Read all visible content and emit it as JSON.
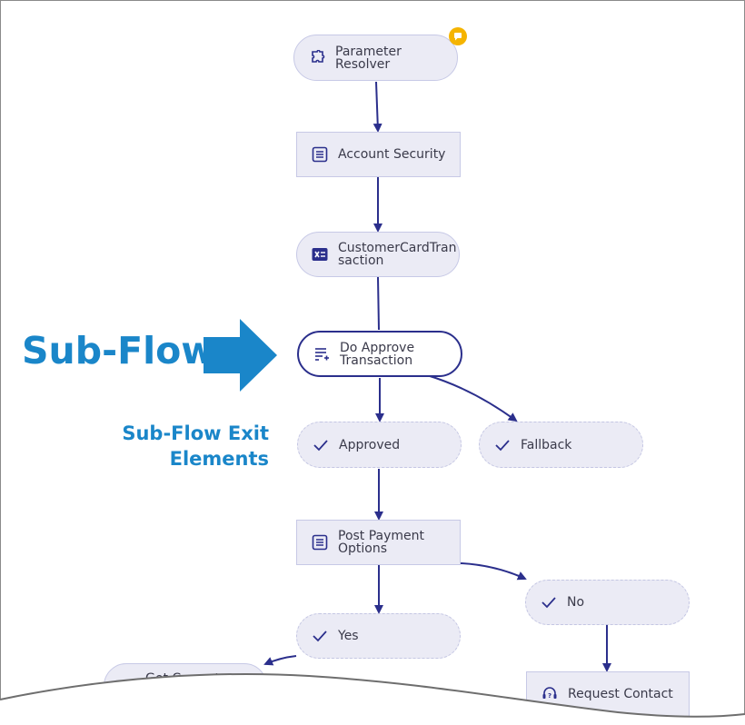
{
  "diagram": {
    "nodes": {
      "parameter_resolver": {
        "label": "Parameter Resolver",
        "icon": "puzzle-icon"
      },
      "account_security": {
        "label": "Account Security",
        "icon": "list-icon"
      },
      "customer_card_transaction": {
        "label": "CustomerCardTran\nsaction",
        "icon": "card-icon"
      },
      "do_approve_transaction": {
        "label": "Do Approve\nTransaction",
        "icon": "list-add-icon"
      },
      "approved": {
        "label": "Approved",
        "icon": "check-icon"
      },
      "fallback": {
        "label": "Fallback",
        "icon": "check-icon"
      },
      "post_payment_options": {
        "label": "Post Payment\nOptions",
        "icon": "list-icon"
      },
      "no": {
        "label": "No",
        "icon": "check-icon"
      },
      "yes": {
        "label": "Yes",
        "icon": "check-icon"
      },
      "get_current": {
        "label": "Get Current",
        "icon": "list-icon"
      },
      "request_contact": {
        "label": "Request Contact",
        "icon": "headset-icon"
      }
    },
    "callouts": {
      "subflow": "Sub-Flow",
      "subflow_exit": "Sub-Flow Exit\nElements"
    },
    "colors": {
      "node_fill": "#ebebf5",
      "node_border": "#c7c9e6",
      "active_border": "#2b2f8c",
      "connector": "#2b2f8c",
      "callout": "#1a86c9",
      "badge": "#f5b400"
    }
  }
}
